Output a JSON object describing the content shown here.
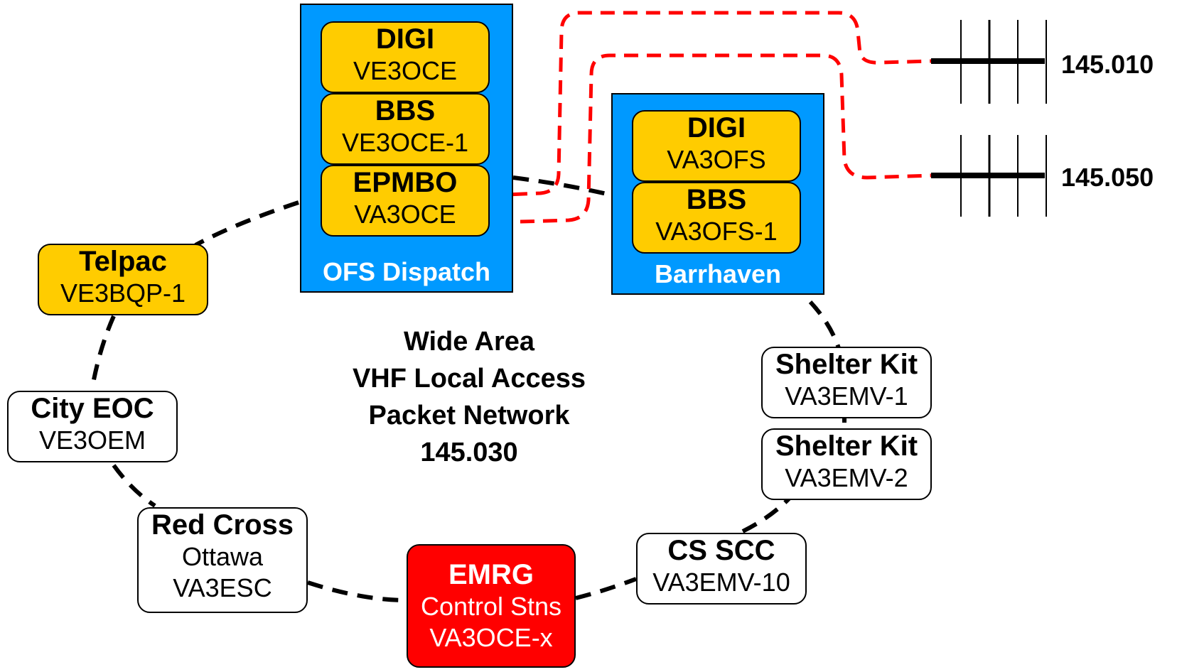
{
  "colors": {
    "node_yellow": "#ffcc00",
    "panel_blue": "#0099ff",
    "emrg_red": "#ff0000",
    "rf_link_red": "#ff0000"
  },
  "center": {
    "line1": "Wide Area",
    "line2": "VHF Local Access",
    "line3": "Packet Network",
    "line4": "145.030"
  },
  "ofs_panel": {
    "label": "OFS Dispatch",
    "digi": {
      "title": "DIGI",
      "call": "VE3OCE"
    },
    "bbs": {
      "title": "BBS",
      "call": "VE3OCE-1"
    },
    "epmbo": {
      "title": "EPMBO",
      "call": "VA3OCE"
    }
  },
  "barrhaven_panel": {
    "label": "Barrhaven",
    "digi": {
      "title": "DIGI",
      "call": "VA3OFS"
    },
    "bbs": {
      "title": "BBS",
      "call": "VA3OFS-1"
    }
  },
  "frequencies": {
    "f1": "145.010",
    "f2": "145.050"
  },
  "nodes": {
    "telpac": {
      "title": "Telpac",
      "call": "VE3BQP-1"
    },
    "city_eoc": {
      "title": "City EOC",
      "call": "VE3OEM"
    },
    "red_cross": {
      "title": "Red Cross",
      "sub": "Ottawa",
      "call": "VA3ESC"
    },
    "emrg": {
      "title": "EMRG",
      "sub": "Control Stns",
      "call": "VA3OCE-x"
    },
    "cs_scc": {
      "title": "CS SCC",
      "call": "VA3EMV-10"
    },
    "shelter_kit_1": {
      "title": "Shelter Kit",
      "call": "VA3EMV-1"
    },
    "shelter_kit_2": {
      "title": "Shelter Kit",
      "call": "VA3EMV-2"
    }
  }
}
